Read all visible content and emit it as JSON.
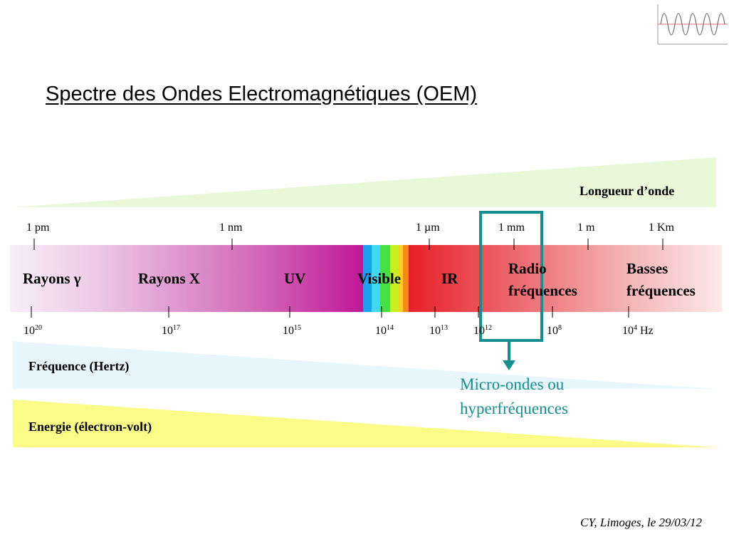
{
  "title": "Spectre des Ondes Electromagnétiques (OEM)",
  "wavelength": {
    "label": "Longueur d’onde",
    "ticks": [
      "1 pm",
      "1 nm",
      "1 µm",
      "1 mm",
      "1 m",
      "1 Km"
    ]
  },
  "bands": [
    {
      "name": "Rayons γ"
    },
    {
      "name": "Rayons X"
    },
    {
      "name": "UV"
    },
    {
      "name": "Visible"
    },
    {
      "name": "IR"
    },
    {
      "line1": "Radio",
      "line2": "fréquences"
    },
    {
      "line1": "Basses",
      "line2": "fréquences"
    }
  ],
  "frequency": {
    "label": "Fréquence (Hertz)",
    "ticks": [
      {
        "base": "10",
        "exp": "20",
        "unit": ""
      },
      {
        "base": "10",
        "exp": "17",
        "unit": ""
      },
      {
        "base": "10",
        "exp": "15",
        "unit": ""
      },
      {
        "base": "10",
        "exp": "14",
        "unit": ""
      },
      {
        "base": "10",
        "exp": "13",
        "unit": ""
      },
      {
        "base": "10",
        "exp": "12",
        "unit": ""
      },
      {
        "base": "10",
        "exp": "8",
        "unit": ""
      },
      {
        "base": "10",
        "exp": "4",
        "unit": " Hz"
      }
    ]
  },
  "energy": {
    "label": "Energie (électron-volt)"
  },
  "microwave": {
    "line1": "Micro-ondes ou",
    "line2": "hyperfréquences"
  },
  "footer": "CY, Limoges, le 29/03/12",
  "colors": {
    "highlight": "#148f8f",
    "wavelength_wedge": "#e8f8d8",
    "frequency_wedge": "#e6f6fb",
    "energy_wedge": "#fbfb88",
    "ultraviolet": "#c02898",
    "infrared": "#e82030"
  }
}
